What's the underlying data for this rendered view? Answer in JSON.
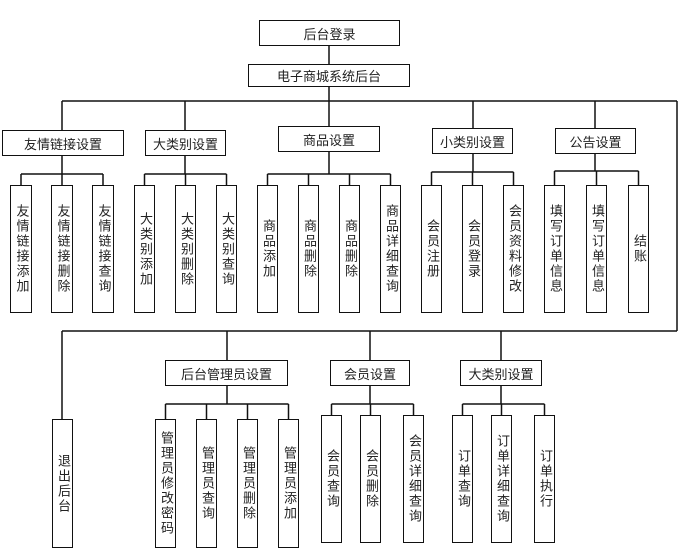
{
  "root": {
    "label": "后台登录"
  },
  "system": {
    "label": "电子商城系统后台"
  },
  "groups": [
    {
      "label": "友情链接设置",
      "children": [
        "友情链接添加",
        "友情链接删除",
        "友情链接查询"
      ]
    },
    {
      "label": "大类别设置",
      "children": [
        "大类别添加",
        "大类别删除",
        "大类别查询"
      ]
    },
    {
      "label": "商品设置",
      "children": [
        "商品添加",
        "商品删除",
        "商品删除",
        "商品详细查询"
      ]
    },
    {
      "label": "小类别设置",
      "children": [
        "会员注册",
        "会员登录",
        "会员资料修改"
      ]
    },
    {
      "label": "公告设置",
      "children": [
        "填写订单信息",
        "填写订单信息",
        "结账"
      ]
    },
    {
      "label": "退出后台",
      "children": []
    },
    {
      "label": "后台管理员设置",
      "children": [
        "管理员修改密码",
        "管理员查询",
        "管理员删除",
        "管理员添加"
      ]
    },
    {
      "label": "会员设置",
      "children": [
        "会员查询",
        "会员删除",
        "会员详细查询"
      ]
    },
    {
      "label": "大类别设置",
      "children": [
        "订单查询",
        "订单详细查询",
        "订单执行"
      ]
    }
  ]
}
